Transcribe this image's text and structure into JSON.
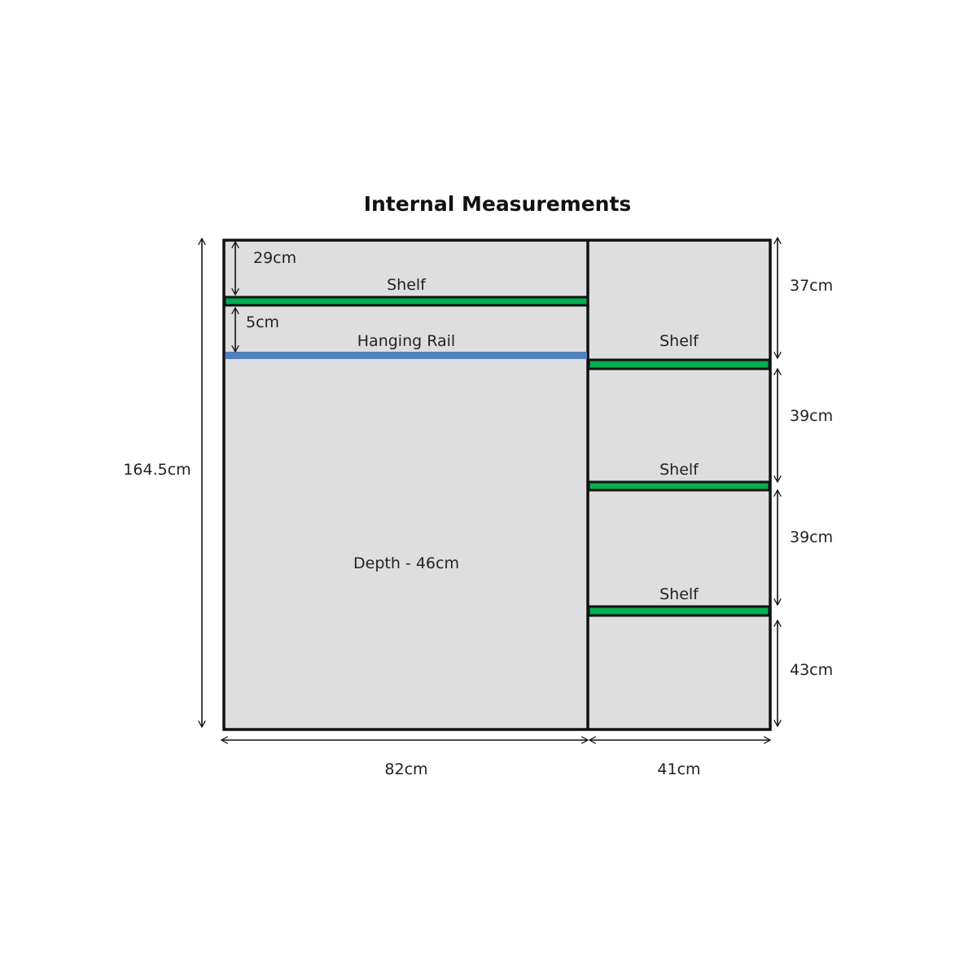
{
  "title": "Internal Measurements",
  "colors": {
    "panel": "#dedede",
    "shelf": "#00b050",
    "rail": "#4f81bd",
    "outline": "#111111"
  },
  "left_section": {
    "shelf_label": "Shelf",
    "rail_label": "Hanging Rail",
    "depth_label": "Depth - 46cm",
    "top_gap": "29cm",
    "rail_gap": "5cm"
  },
  "right_section": {
    "shelf_labels": [
      "Shelf",
      "Shelf",
      "Shelf"
    ],
    "heights": [
      "37cm",
      "39cm",
      "39cm",
      "43cm"
    ]
  },
  "dimensions": {
    "total_height": "164.5cm",
    "left_width": "82cm",
    "right_width": "41cm"
  }
}
